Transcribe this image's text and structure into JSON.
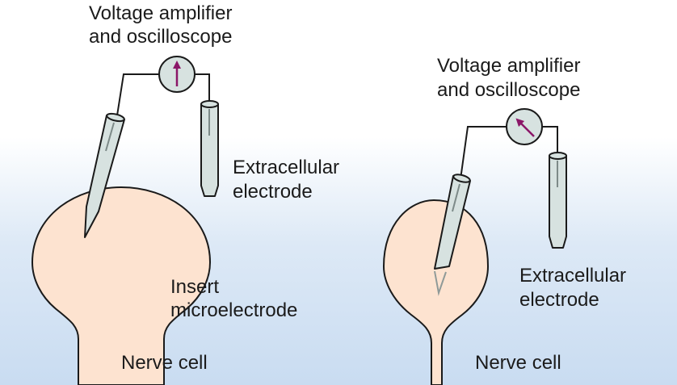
{
  "left_panel": {
    "amplifier_label_line1": "Voltage amplifier",
    "amplifier_label_line2": "and oscilloscope",
    "extracellular_label_line1": "Extracellular",
    "extracellular_label_line2": "electrode",
    "insert_label_line1": "Insert",
    "insert_label_line2": "microelectrode",
    "cell_label": "Nerve cell"
  },
  "right_panel": {
    "amplifier_label_line1": "Voltage amplifier",
    "amplifier_label_line2": "and oscilloscope",
    "extracellular_label_line1": "Extracellular",
    "extracellular_label_line2": "electrode",
    "cell_label": "Nerve cell"
  },
  "colors": {
    "cell_fill": "#fde3d0",
    "electrode_fill": "#d7e2e0",
    "meter_needle": "#8b1668",
    "wire": "#1a1a1a"
  }
}
